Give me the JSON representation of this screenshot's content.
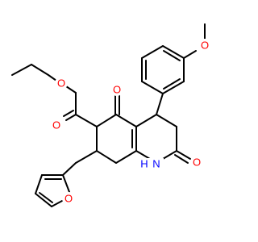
{
  "colors": {
    "background": "#ffffff",
    "bond": "#000000",
    "oxygen": "#ff0000",
    "nitrogen": "#0000ff"
  },
  "labels": {
    "ester_carbonyl_o": "O",
    "ester_ether_o": "O",
    "ketone_o": "O",
    "methoxy_o": "O",
    "lactam_o": "O",
    "furan_o": "O",
    "nh": "N",
    "nh_h": "H"
  }
}
